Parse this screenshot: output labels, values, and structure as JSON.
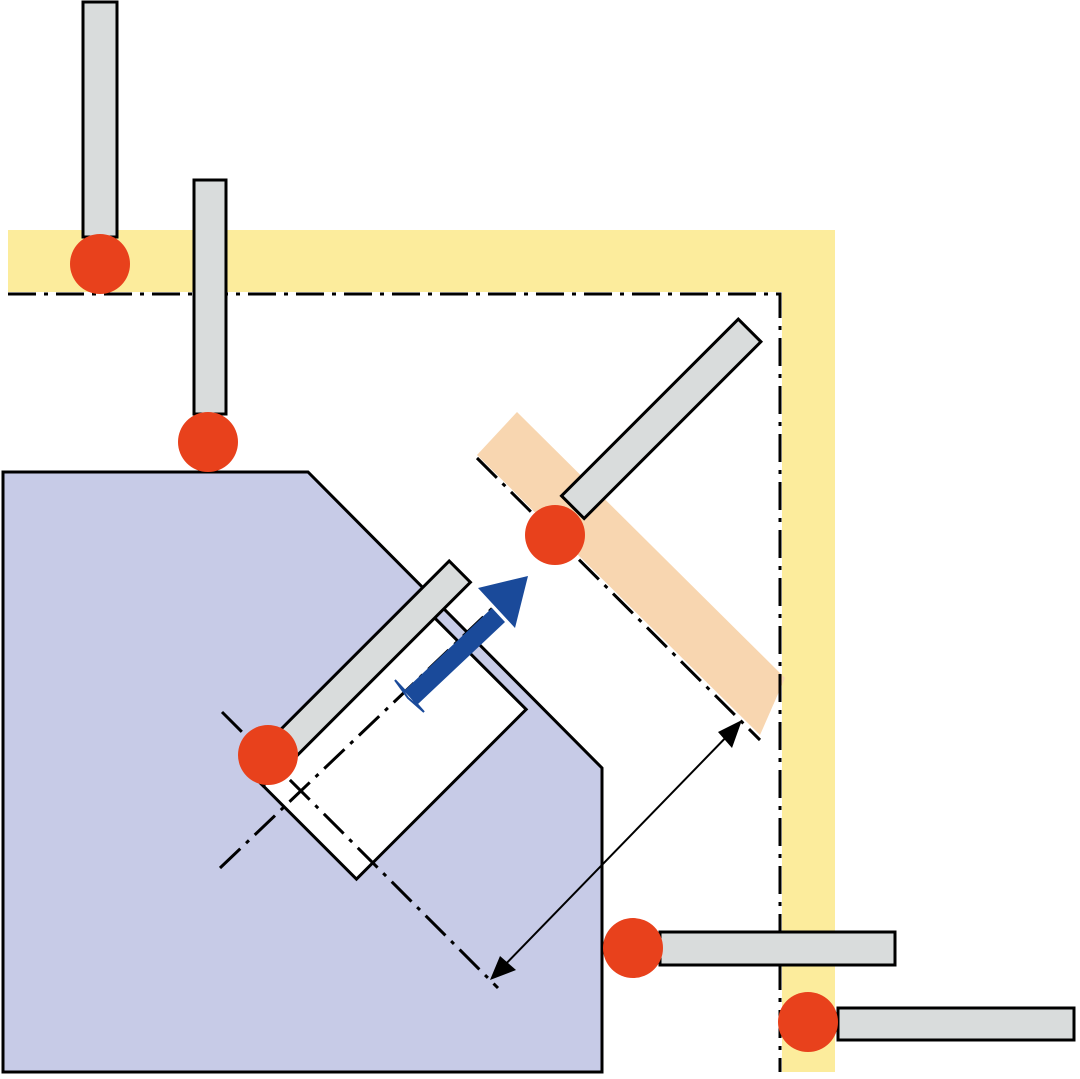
{
  "diagram": {
    "colors": {
      "frame": "#fcec9c",
      "workpiece": "#c7cbe7",
      "target": "#f8d6b0",
      "contact": "#e8411c",
      "probe": "#d9dcdc",
      "arrow": "#1a4a9a",
      "line": "#000000"
    },
    "elements": [
      "yellow-reference-frame",
      "workpiece-block",
      "probe-carrier",
      "target-bar",
      "probing-stylus",
      "contact-point",
      "motion-arrow",
      "distance-dimension",
      "centerline"
    ]
  }
}
